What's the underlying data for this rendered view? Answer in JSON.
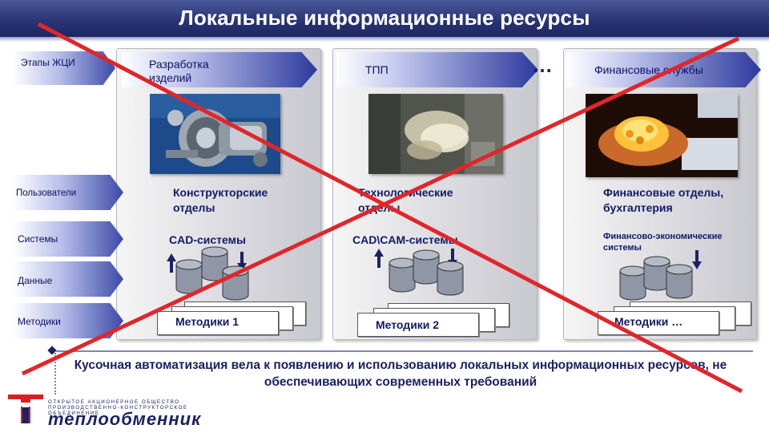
{
  "title": "Локальные информационные ресурсы",
  "left_labels": {
    "stages": "Этапы ЖЦИ",
    "users": "Пользователи",
    "systems": "Системы",
    "data": "Данные",
    "methods": "Методики"
  },
  "ellipsis": "…",
  "columns": [
    {
      "stage": "Разработка изделий",
      "image": "turbine-engine-image",
      "department": "Конструкторские отделы",
      "system": "CAD-системы",
      "methods": "Методики 1"
    },
    {
      "stage": "ТПП",
      "image": "machining-image",
      "department": "Технологические отделы",
      "system": "CAD\\CAM-системы",
      "methods": "Методики 2"
    },
    {
      "stage": "Финансовые службы",
      "image": "coins-in-hands-image",
      "department": "Финансовые отделы, бухгалтерия",
      "system": "Финансово-экономические системы",
      "methods": "Методики …"
    }
  ],
  "bottom_text": "Кусочная автоматизация вела к появлению и использованию локальных информационных ресурсов, не обеспечивающих современных требований",
  "logo": {
    "subtitle": "ОТКРЫТОЕ АКЦИОНЕРНОЕ ОБЩЕСТВО ПРОИЗВОДСТВЕННО-КОНСТРУКТОРСКОЕ ОБЪЕДИНЕНИЕ",
    "name": "теплообменник"
  },
  "colors": {
    "title_bar": "#2a3575",
    "arrow_dark": "#2c3a9e",
    "text_navy": "#111a66",
    "cross_red": "#e0262a"
  }
}
